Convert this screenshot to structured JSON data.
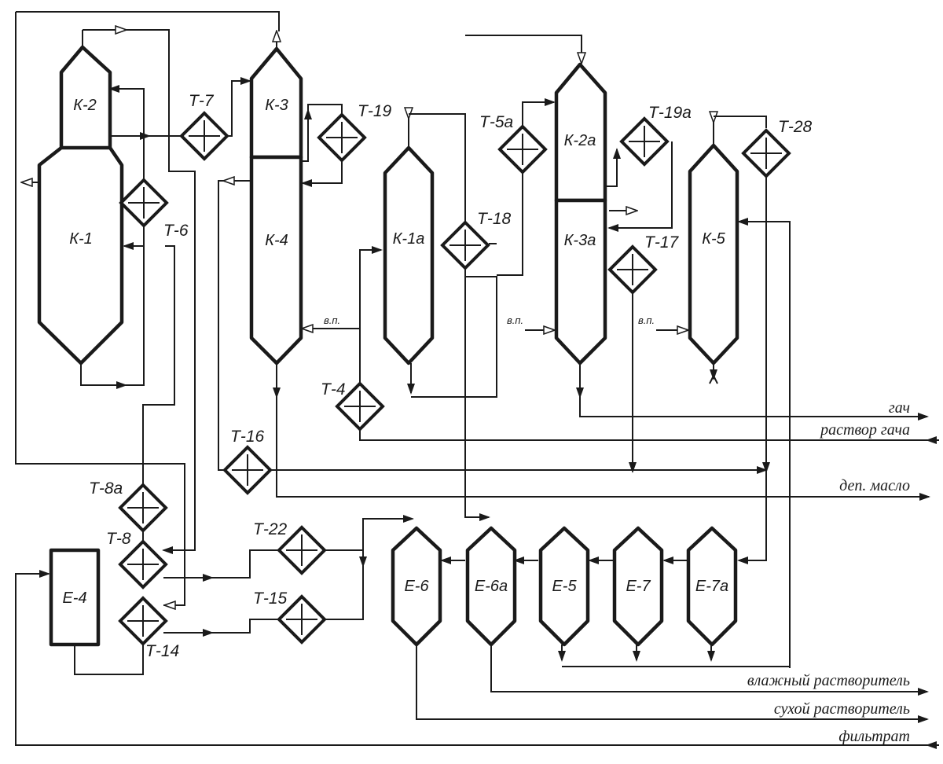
{
  "vessels": {
    "k1": "К-1",
    "k2": "К-2",
    "k3": "К-3",
    "k4": "К-4",
    "k1a": "К-1а",
    "k2a": "К-2а",
    "k3a": "К-3а",
    "k5": "К-5",
    "e4": "Е-4",
    "e6": "Е-6",
    "e6a": "Е-6а",
    "e5": "Е-5",
    "e7": "Е-7",
    "e7a": "Е-7а"
  },
  "exchangers": {
    "t7": "Т-7",
    "t6": "Т-6",
    "t19": "Т-19",
    "t5a": "Т-5а",
    "t19a": "Т-19а",
    "t28": "Т-28",
    "t18": "Т-18",
    "t17": "Т-17",
    "t4": "Т-4",
    "t16": "Т-16",
    "t8a": "Т-8а",
    "t8": "Т-8",
    "t14": "Т-14",
    "t22": "Т-22",
    "t15": "Т-15"
  },
  "steam_labels": {
    "s1": "в.п.",
    "s2": "в.п.",
    "s3": "в.п."
  },
  "outputs": {
    "gach": "гач",
    "gach_solution": "раствор гача",
    "dewaxed_oil": "деп. масло",
    "wet_solvent": "влажный растворитель",
    "dry_solvent": "сухой растворитель",
    "filtrate": "фильтрат"
  },
  "icons": {
    "flow_arrow": "filled-arrow",
    "vent_arrow": "open-arrow",
    "heat_exchanger": "diamond-cross"
  }
}
